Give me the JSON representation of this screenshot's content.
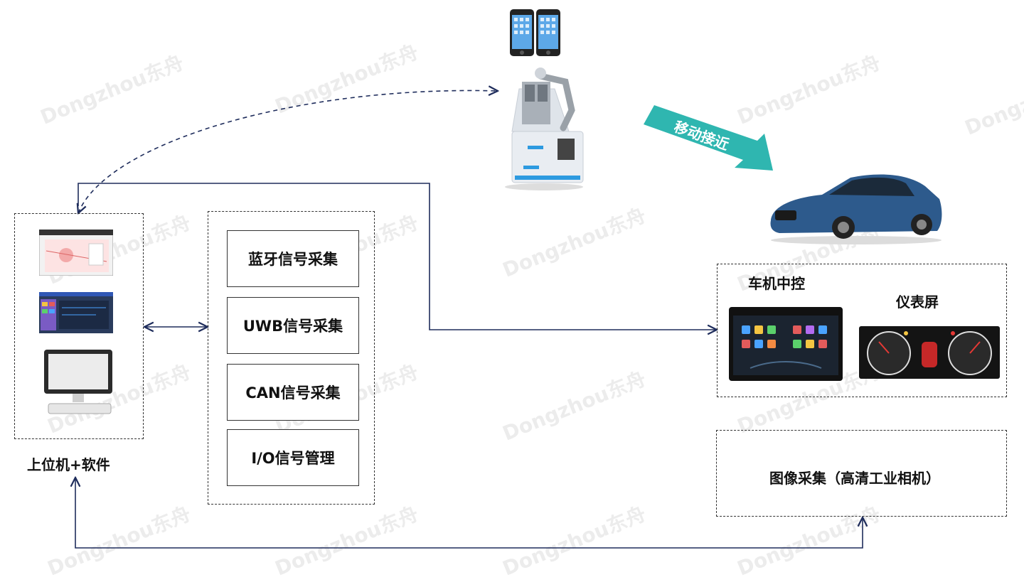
{
  "watermark_text": "Dongzhou东舟",
  "host": {
    "label": "上位机+软件"
  },
  "modules": [
    {
      "label": "蓝牙信号采集"
    },
    {
      "label": "UWB信号采集"
    },
    {
      "label": "CAN信号采集"
    },
    {
      "label": "I/O信号管理"
    }
  ],
  "move_arrow": {
    "label": "移动接近",
    "color": "#2fb6b0"
  },
  "car_panel": {
    "center_label": "车机中控",
    "cluster_label": "仪表屏"
  },
  "camera_box": {
    "label": "图像采集（高清工业相机）"
  },
  "colors": {
    "connector": "#1f2d5c",
    "car_body": "#2d5a8c",
    "robot": "#e9edf2",
    "robot_accent": "#2d9ae0"
  }
}
